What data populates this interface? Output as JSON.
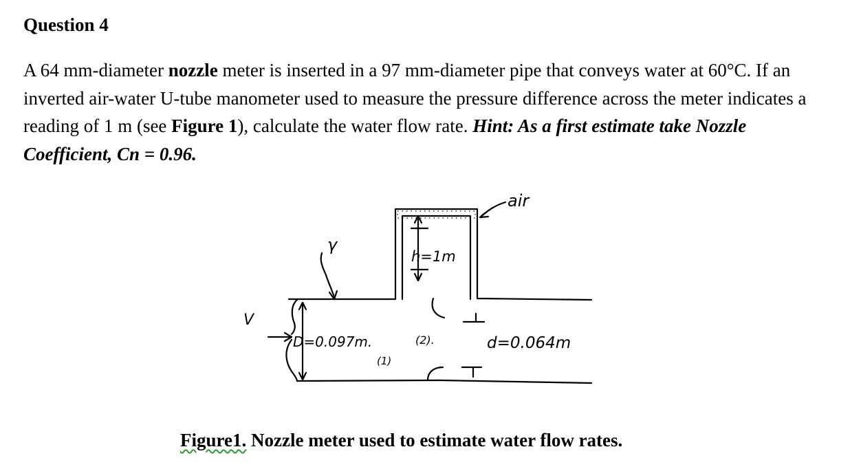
{
  "question": {
    "title": "Question 4"
  },
  "problem": {
    "t1": "A 64 mm-diameter ",
    "b1": "nozzle",
    "t2": " meter is inserted in a 97 mm-diameter pipe that conveys water at 60°C. If an inverted air-water U-tube manometer used to measure the pressure difference across the meter indicates a reading of 1 m (see ",
    "b2": "Figure 1",
    "t3": "), calculate the water flow rate. ",
    "hint": "Hint: As a first estimate take Nozzle Coefficient, Cn = 0.96."
  },
  "figure": {
    "labels": {
      "air": "air",
      "gamma": "γ",
      "h": "h=1m",
      "V": "V",
      "D": "D=0.097m.",
      "sec1": "(1)",
      "sec2": "(2).",
      "d": "d=0.064m"
    }
  },
  "caption": {
    "label": "Figure1.",
    "text": " Nozzle meter used to estimate water flow rates."
  }
}
